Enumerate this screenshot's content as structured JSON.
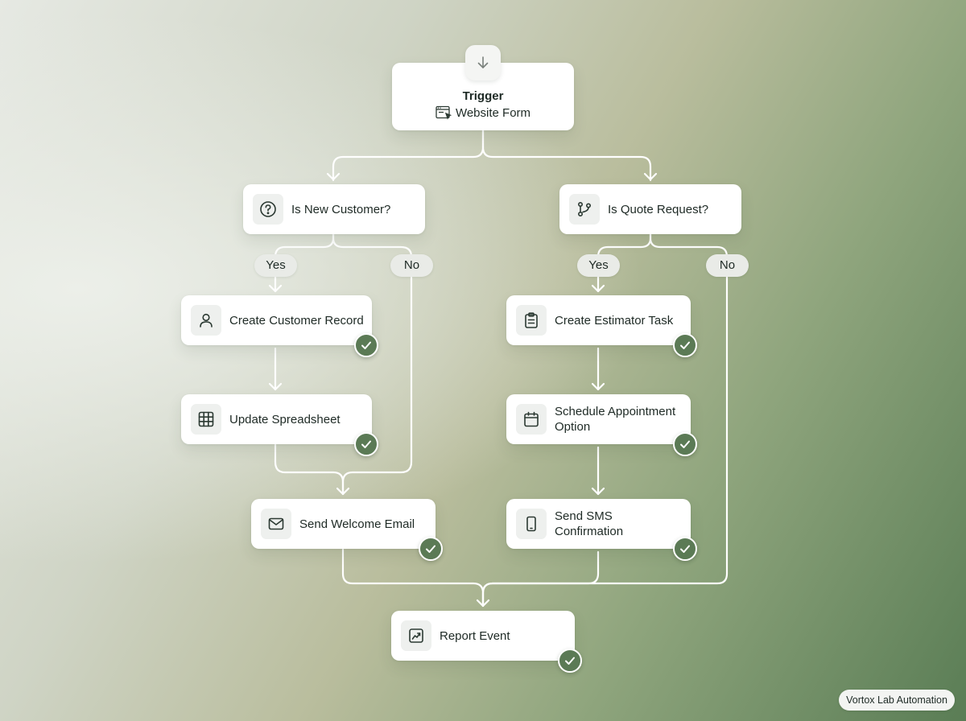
{
  "trigger": {
    "title": "Trigger",
    "source": "Website Form",
    "source_icon": "browser-window-icon",
    "top_icon": "arrow-down-icon"
  },
  "conditions": {
    "new_customer": {
      "label": "Is New Customer?",
      "icon": "question-circle-icon"
    },
    "quote_request": {
      "label": "Is Quote Request?",
      "icon": "git-branch-icon"
    }
  },
  "branches": {
    "yes": "Yes",
    "no": "No"
  },
  "actions": {
    "create_customer_record": {
      "label": "Create Customer Record",
      "icon": "user-icon",
      "completed": true
    },
    "update_spreadsheet": {
      "label": "Update Spreadsheet",
      "icon": "grid-table-icon",
      "completed": true
    },
    "send_welcome_email": {
      "label": "Send Welcome Email",
      "icon": "mail-icon",
      "completed": true
    },
    "create_estimator_task": {
      "label": "Create Estimator Task",
      "icon": "clipboard-icon",
      "completed": true
    },
    "schedule_appointment": {
      "label_line1": "Schedule Appointment",
      "label_line2": "Option",
      "icon": "calendar-icon",
      "completed": true
    },
    "send_sms": {
      "label_line1": "Send SMS",
      "label_line2": "Confirmation",
      "icon": "phone-icon",
      "completed": true
    },
    "report_event": {
      "label": "Report Event",
      "icon": "trend-chart-icon",
      "completed": true
    }
  },
  "brand": "Vortox Lab Automation",
  "colors": {
    "check_green": "#5b7a55",
    "connector": "#ffffff",
    "card": "#ffffff"
  }
}
